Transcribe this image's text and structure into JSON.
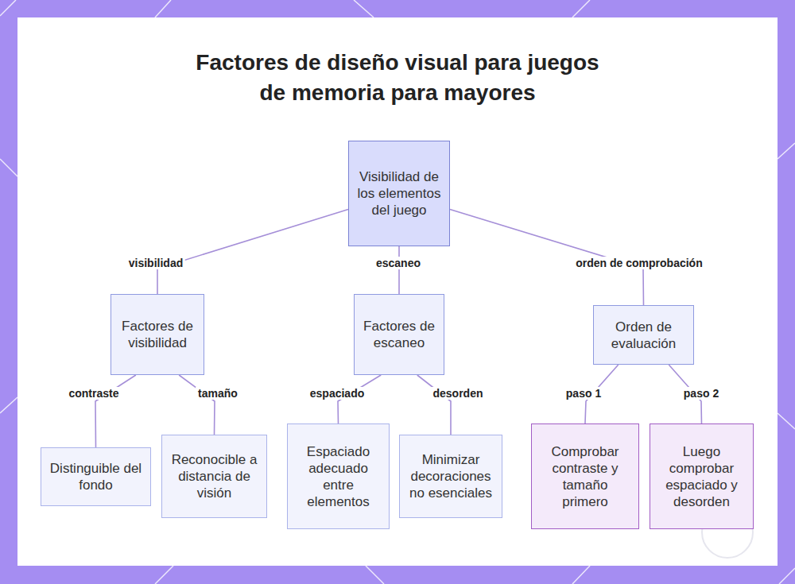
{
  "diagram": {
    "title": "Factores de diseño visual para juegos de memoria para mayores",
    "nodes": [
      {
        "text": [
          "Visibilidad de los elementos del juego"
        ]
      },
      {
        "text": [
          "Factores de visibilidad"
        ]
      },
      {
        "text": [
          "Factores de escaneo"
        ]
      },
      {
        "text": [
          "Orden de evaluación"
        ]
      },
      {
        "text": [
          "Distinguible del fondo"
        ]
      },
      {
        "text": [
          "Reconocible a distancia de visión"
        ]
      },
      {
        "text": [
          "Espaciado adecuado entre elementos"
        ]
      },
      {
        "text": [
          "Minimizar decoraciones no esenciales"
        ]
      },
      {
        "text": [
          "Comprobar contraste y tamaño primero"
        ]
      },
      {
        "text": [
          "Luego comprobar espaciado y desorden"
        ]
      }
    ],
    "edges": [
      {
        "from": 0,
        "to": 1,
        "label": "visibilidad",
        "arrow": "none"
      },
      {
        "from": 0,
        "to": 2,
        "label": "escaneo",
        "arrow": "none"
      },
      {
        "from": 0,
        "to": 3,
        "label": "orden de comprobación",
        "arrow": "none"
      },
      {
        "from": 1,
        "to": 4,
        "label": "contraste",
        "arrow": "none"
      },
      {
        "from": 1,
        "to": 5,
        "label": "tamaño",
        "arrow": "none"
      },
      {
        "from": 2,
        "to": 6,
        "label": "espaciado",
        "arrow": "none"
      },
      {
        "from": 2,
        "to": 7,
        "label": "desorden",
        "arrow": "none"
      },
      {
        "from": 3,
        "to": 8,
        "label": "paso 1",
        "arrow": "none"
      },
      {
        "from": 3,
        "to": 9,
        "label": "paso 2",
        "arrow": "none"
      }
    ]
  }
}
